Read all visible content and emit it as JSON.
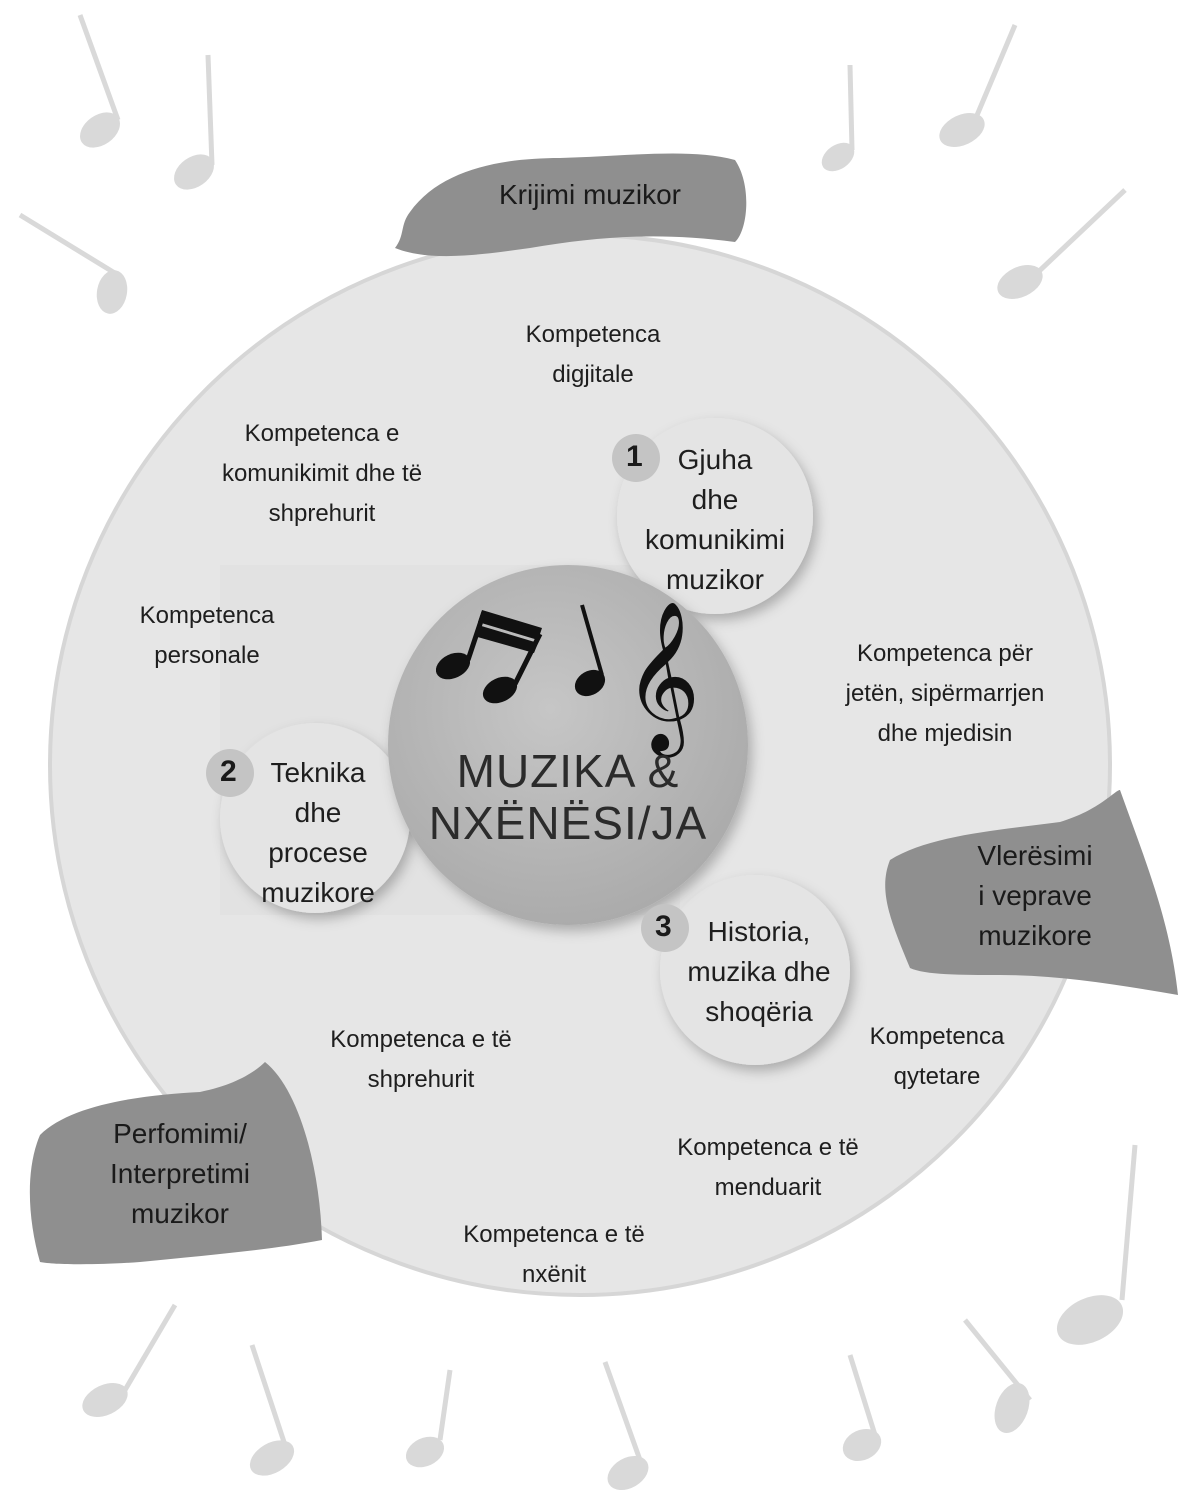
{
  "center": {
    "title": "MUZIKA &\nNXËNËSI/JA"
  },
  "banners": {
    "top": "Krijimi muzikor",
    "right": "Vlerësimi\ni veprave\nmuzikore",
    "left": "Perfomimi/\nInterpretimi\nmuzikor"
  },
  "areas": [
    {
      "number": "1",
      "label": "Gjuha\ndhe\nkomunikimi\nmuzikor"
    },
    {
      "number": "2",
      "label": "Teknika\ndhe\nprocese\nmuzikore"
    },
    {
      "number": "3",
      "label": "Historia,\nmuzika dhe\nshoqëria"
    }
  ],
  "competences": {
    "digital": "Kompetenca\ndigjitale",
    "communication": "Kompetenca e\nkomunikimit dhe të\nshprehurit",
    "personal": "Kompetenca\npersonale",
    "life": "Kompetenca për\njetën, sipërmarrjen\ndhe mjedisin",
    "expression": "Kompetenca e të\nshprehurit",
    "civic": "Kompetenca\nqytetare",
    "thinking": "Kompetenca e të\nmenduarit",
    "learning": "Kompetenca e të\nnxënit"
  },
  "colors": {
    "big_circle": "#e6e6e6",
    "big_circle_edge": "#d6d6d6",
    "center_circle": "#b9b9b9",
    "small_circle": "#e4e4e4",
    "number_badge": "#c4c4c4",
    "banner": "#8f8f8f",
    "deco_note": "#d9d9d9",
    "music_symbol": "#111111"
  }
}
